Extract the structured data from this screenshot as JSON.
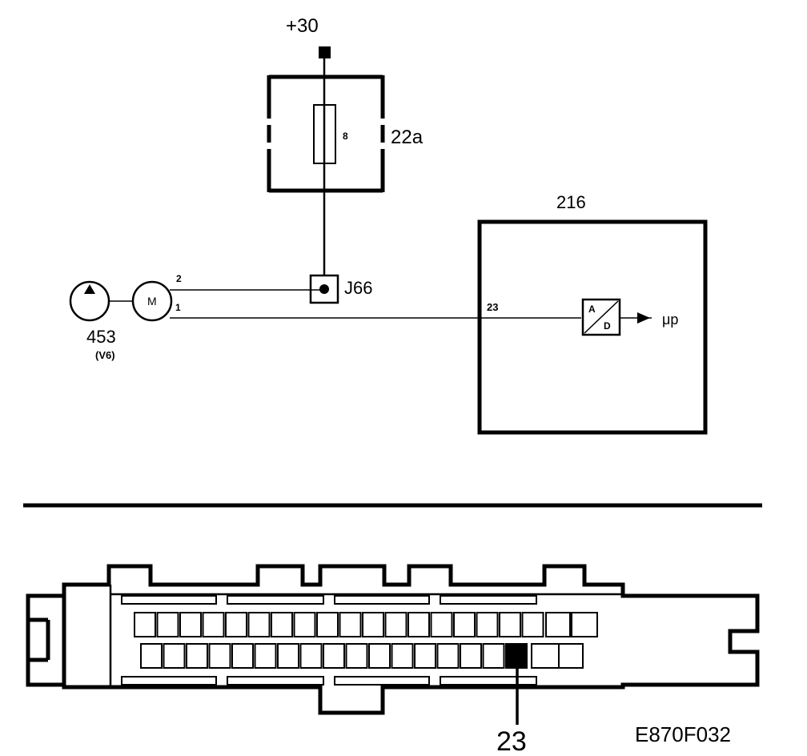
{
  "supply": {
    "label": "+30"
  },
  "fuse_box": {
    "id": "22a",
    "fuse_number": "8"
  },
  "junction": {
    "id": "J66"
  },
  "pump": {
    "id": "453",
    "variant": "(V6)",
    "motor_symbol": "M",
    "pin_top": "2",
    "pin_bottom": "1"
  },
  "ecu": {
    "id": "216",
    "pin": "23",
    "converter_top": "A",
    "converter_bottom": "D",
    "output": "μp"
  },
  "connector": {
    "highlight_pin": "23"
  },
  "figure_code": "E870F032"
}
